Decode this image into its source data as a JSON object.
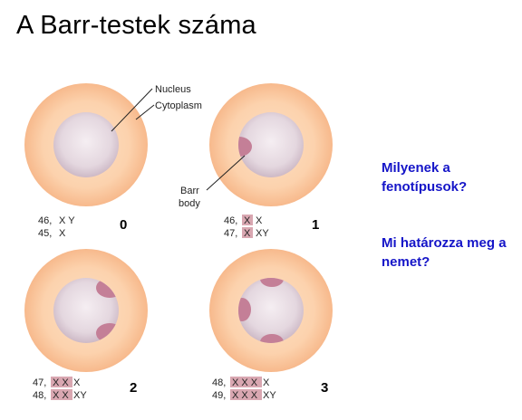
{
  "title": "A Barr-testek száma",
  "labels": {
    "nucleus": "Nucleus",
    "cytoplasm": "Cytoplasm",
    "barr_line1": "Barr",
    "barr_line2": "body"
  },
  "cells": [
    {
      "count": "0",
      "karyotypes": [
        {
          "prefix": "46,",
          "suffix": "X Y",
          "boxes": 0
        },
        {
          "prefix": "45,",
          "suffix": "X",
          "boxes": 0
        }
      ]
    },
    {
      "count": "1",
      "karyotypes": [
        {
          "prefix": "46,",
          "box_text": "X",
          "boxes": 1,
          "suffix": "X"
        },
        {
          "prefix": "47,",
          "box_text": "X",
          "boxes": 1,
          "suffix": "XY"
        }
      ]
    },
    {
      "count": "2",
      "karyotypes": [
        {
          "prefix": "47,",
          "box_text": "X X",
          "boxes": 2,
          "suffix": "X"
        },
        {
          "prefix": "48,",
          "box_text": "X X",
          "boxes": 2,
          "suffix": "XY"
        }
      ]
    },
    {
      "count": "3",
      "karyotypes": [
        {
          "prefix": "48,",
          "box_text": "X X X",
          "boxes": 3,
          "suffix": "X"
        },
        {
          "prefix": "49,",
          "box_text": "X X X",
          "boxes": 3,
          "suffix": "XY"
        }
      ]
    }
  ],
  "questions": {
    "q1": "Milyenek a fenotípusok?",
    "q2": "Mi határozza meg a nemet?"
  }
}
